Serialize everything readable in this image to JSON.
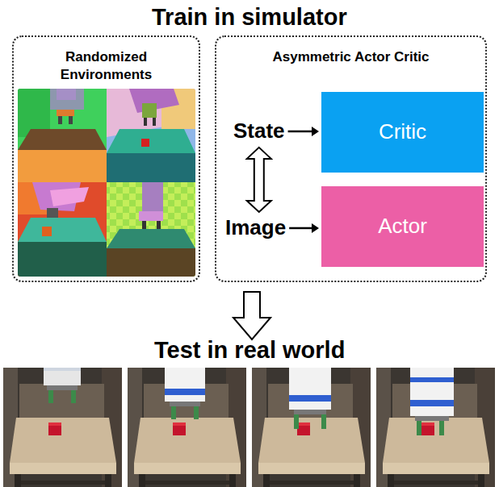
{
  "diagram": {
    "title": "Train in simulator",
    "nodes": [
      {
        "text": [
          "Randomized Environments"
        ]
      },
      {
        "text": [
          "Asymmetric Actor Critic"
        ]
      },
      {
        "text": [
          "State"
        ],
        "in": 1
      },
      {
        "text": [
          "Critic"
        ],
        "in": 1
      },
      {
        "text": [
          "Image"
        ],
        "in": 1
      },
      {
        "text": [
          "Actor"
        ],
        "in": 1
      }
    ],
    "edges": [
      {
        "from": 2,
        "to": 3,
        "arrow": "to"
      },
      {
        "from": 4,
        "to": 5,
        "arrow": "to"
      },
      {
        "from": 2,
        "to": 4,
        "arrow": "both"
      }
    ],
    "labels": [
      "Test in real world"
    ]
  }
}
